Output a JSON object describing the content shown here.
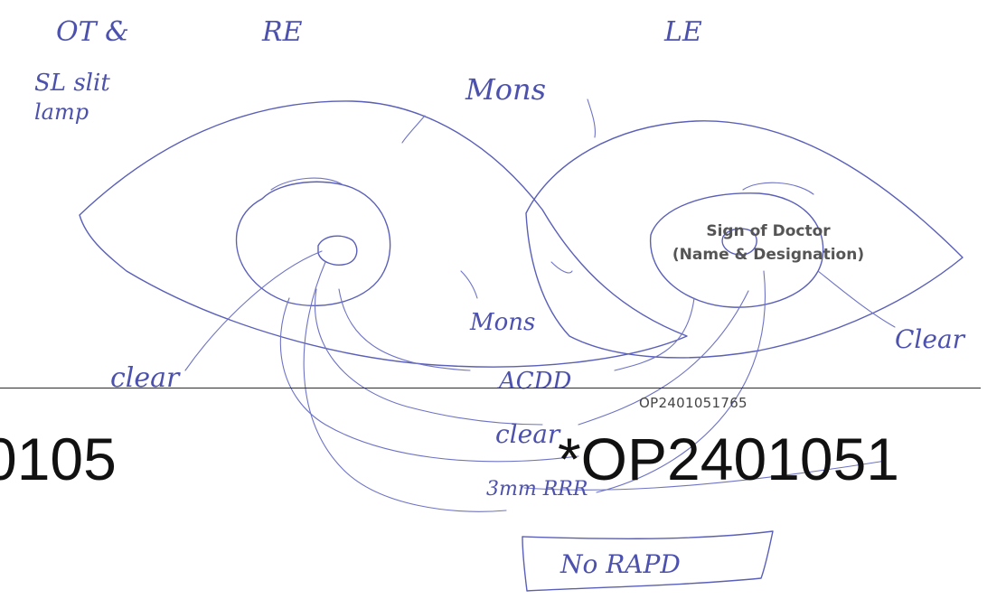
{
  "form": {
    "sign_label_line1": "Sign of Doctor",
    "sign_label_line2": "(Name & Designation)",
    "op_number_small": "OP2401051765",
    "barcode_text_left": "0105",
    "barcode_text_right": "*OP2401051"
  },
  "handwriting": {
    "header_left": "OT &",
    "header_left_2": "SL slit",
    "header_left_3": "lamp",
    "right_eye_label": "RE",
    "left_eye_label": "LE",
    "top_note": "Mons",
    "middle_note": "Mons",
    "left_clear": "clear",
    "right_clear": "Clear",
    "acd_note": "ACDD",
    "center_clear": "clear",
    "pupil_note": "3mm RRR",
    "boxed_note": "No RAPD"
  },
  "colors": {
    "ink": "#5a5fb8",
    "print": "#111111"
  }
}
